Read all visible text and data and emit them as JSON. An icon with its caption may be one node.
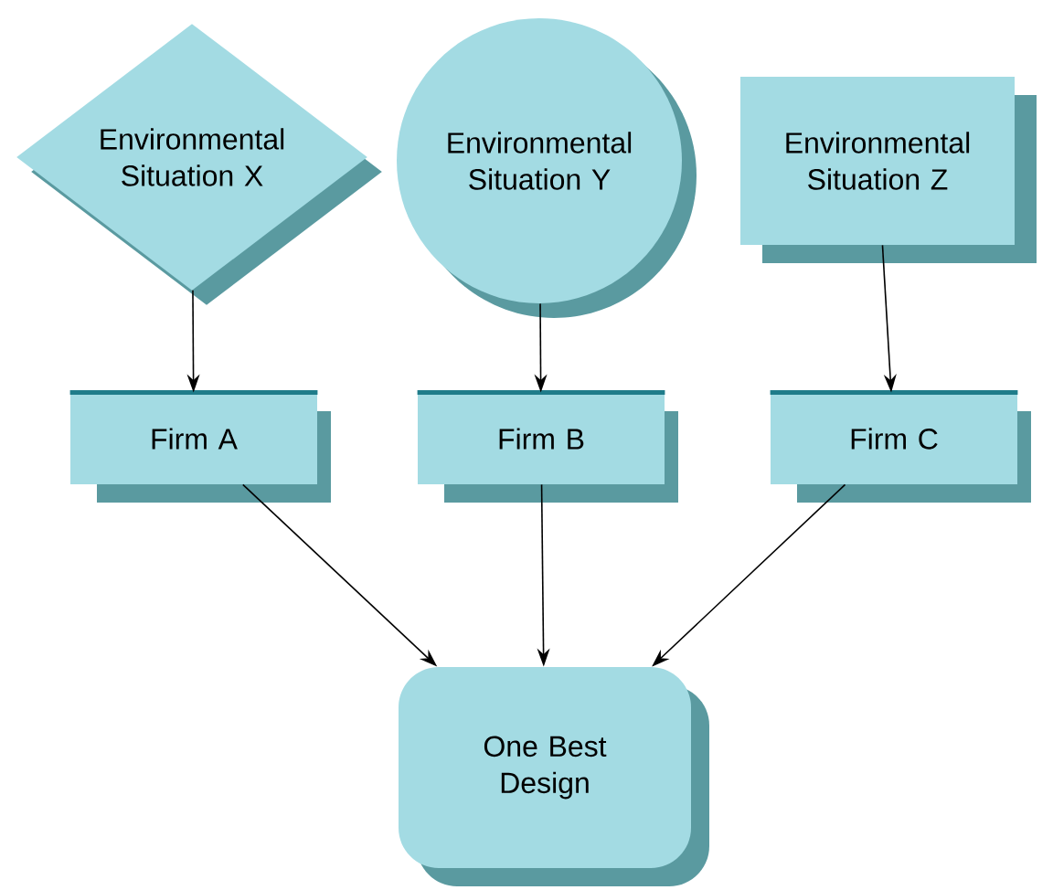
{
  "diagram": {
    "nodes": [
      {
        "text": [
          "Environmental Situation X"
        ]
      },
      {
        "text": [
          "Environmental Situation Y"
        ]
      },
      {
        "text": [
          "Environmental Situation Z"
        ]
      },
      {
        "text": [
          "Firm A"
        ]
      },
      {
        "text": [
          "Firm B"
        ]
      },
      {
        "text": [
          "Firm C"
        ]
      },
      {
        "text": [
          "One Best Design"
        ]
      }
    ],
    "edges": [
      {
        "from": 0,
        "to": 3,
        "arrow": "to"
      },
      {
        "from": 1,
        "to": 4,
        "arrow": "to"
      },
      {
        "from": 2,
        "to": 5,
        "arrow": "to"
      },
      {
        "from": 3,
        "to": 6,
        "arrow": "to"
      },
      {
        "from": 4,
        "to": 6,
        "arrow": "to"
      },
      {
        "from": 5,
        "to": 6,
        "arrow": "to"
      }
    ]
  }
}
